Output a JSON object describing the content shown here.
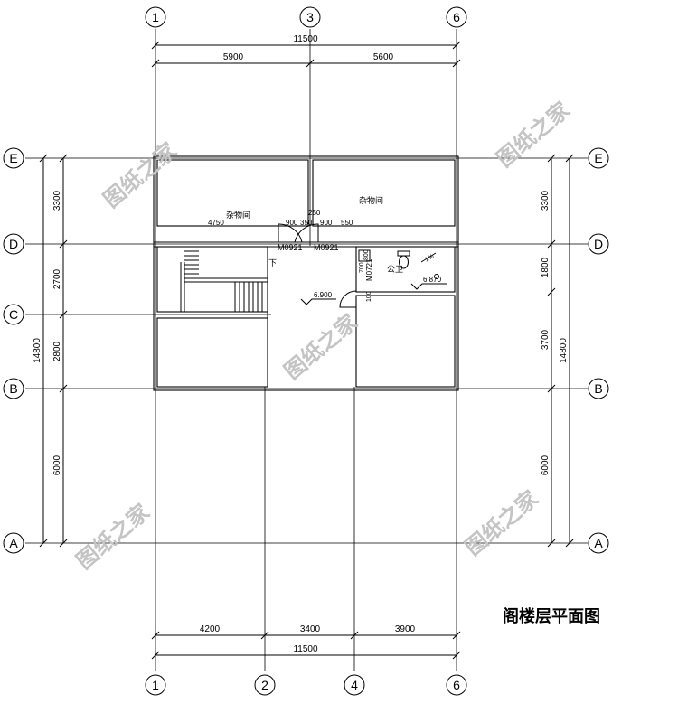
{
  "title": "阁楼层平面图",
  "watermark": "图纸之家",
  "axes": {
    "top": [
      "1",
      "3",
      "6"
    ],
    "bottom": [
      "1",
      "2",
      "4",
      "6"
    ],
    "left": [
      "E",
      "D",
      "C",
      "B",
      "A"
    ],
    "right": [
      "E",
      "D",
      "B",
      "A"
    ]
  },
  "dims": {
    "top_total": "11500",
    "top_seg": [
      "5900",
      "5600"
    ],
    "bottom_seg": [
      "4200",
      "3400",
      "3900"
    ],
    "bottom_total": "11500",
    "left_seg": [
      "3300",
      "2700",
      "2800",
      "6000"
    ],
    "left_total": "14800",
    "right_seg": [
      "3300",
      "1800",
      "3700",
      "6000"
    ],
    "right_total": "14800"
  },
  "rooms": {
    "storage_left": "杂物间",
    "storage_right": "杂物间",
    "toilet": "公卫"
  },
  "doors": {
    "d1": "M0921",
    "d2": "M0921",
    "d3": "M0721"
  },
  "small_dims": {
    "w4750": "4750",
    "n900a": "900",
    "n350": "350",
    "n250": "250",
    "n900b": "900",
    "n550": "550",
    "n100": "100",
    "n700": "700",
    "n800": "800"
  },
  "levels": {
    "hall": "6.900",
    "toilet": "6.870"
  },
  "slope": "1%",
  "stair_down": "下"
}
